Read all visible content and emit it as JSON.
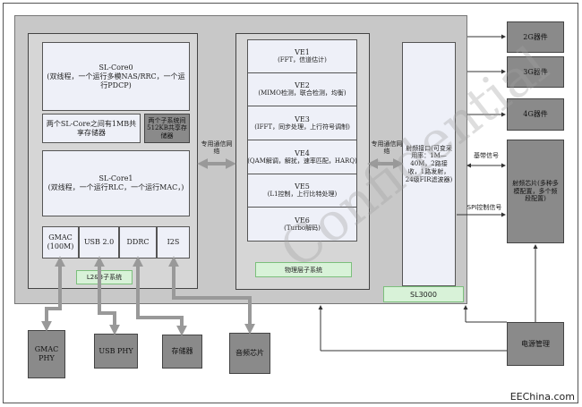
{
  "soc": {
    "sl_core0": "SL-Core0\n(双线程，一个运行多模NAS/RRC，一个运行PDCP)",
    "shared_1mb": "两个SL-Core之间有1MB共享存储器",
    "shared_512kb": "两个子系统间512KB共享存储器",
    "sl_core1": "SL-Core1\n(双线程，一个运行RLC，一个运行MAC，)",
    "ports": [
      "GMAC (100M)",
      "USB 2.0",
      "DDRC",
      "I2S"
    ],
    "l23_label": "L2&3子系统",
    "bus_label_1": "专用通信网络",
    "ve_items": [
      {
        "title": "VE1",
        "desc": "(FFT，信道估计)"
      },
      {
        "title": "VE2",
        "desc": "(MIMO检测，联合检测，均衡)"
      },
      {
        "title": "VE3",
        "desc": "(IFFT，同步处理，上行符号调制)"
      },
      {
        "title": "VE4",
        "desc": "(QAM解调，解扰，速率匹配，HARQ)"
      },
      {
        "title": "VE5",
        "desc": "(L1控制，上行比特处理)"
      },
      {
        "title": "VE6",
        "desc": "(Turbo解码)"
      }
    ],
    "phy_label": "物理层子系统",
    "bus_label_2": "专用通信网络",
    "rf_interface": "射频接口(可变采用率：1M—40M，2路接收，1路发射，24级FIR滤波器)",
    "sl3000": "SL3000"
  },
  "external": {
    "gmac_phy": "GMAC PHY",
    "usb_phy": "USB PHY",
    "memory": "存储器",
    "audio": "音频芯片",
    "power": "电源管理",
    "rf_chip": "射频芯片(多种多模配置，多个频段配置)",
    "arrays": [
      "2G器件",
      "3G器件",
      "4G器件"
    ],
    "sig_rf": "基带信号",
    "sig_spi": "SPI控制信号"
  },
  "watermark": "Confidential",
  "brand": "EEChina.com"
}
